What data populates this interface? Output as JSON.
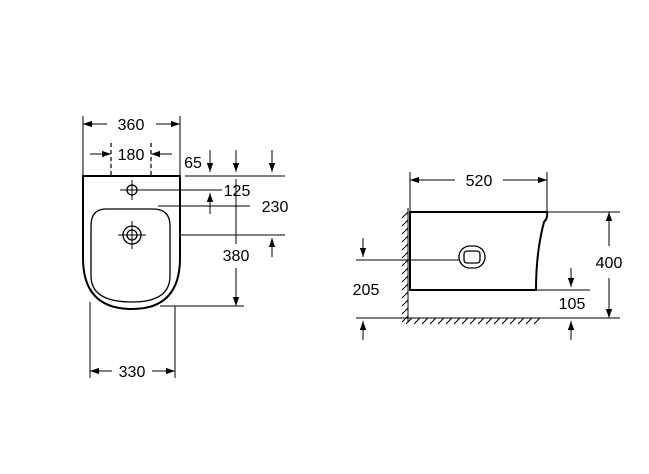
{
  "front_view": {
    "dim_overall_width": "360",
    "dim_tap_spacing": "180",
    "dim_top_offset": "65",
    "dim_tap_hole_height": "125",
    "dim_bowl_height": "230",
    "dim_depth_to_edge": "380",
    "dim_bottom_width": "330"
  },
  "side_view": {
    "dim_overall_length": "520",
    "dim_overall_height": "400",
    "dim_outlet_height": "205",
    "dim_bottom_offset": "105"
  }
}
